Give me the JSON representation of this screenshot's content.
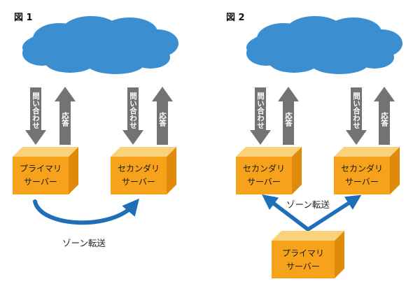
{
  "figure1": {
    "title": "図 1",
    "query_label": "問い合わせ",
    "response_label": "応答",
    "server_left": {
      "line1": "プライマリ",
      "line2": "サーバー"
    },
    "server_right": {
      "line1": "セカンダリ",
      "line2": "サーバー"
    },
    "transfer_label": "ゾーン転送"
  },
  "figure2": {
    "title": "図 2",
    "query_label": "問い合わせ",
    "response_label": "応答",
    "server_left": {
      "line1": "セカンダリ",
      "line2": "サーバー"
    },
    "server_right": {
      "line1": "セカンダリ",
      "line2": "サーバー"
    },
    "server_bottom": {
      "line1": "プライマリ",
      "line2": "サーバー"
    },
    "transfer_label": "ゾーン転送"
  },
  "colors": {
    "cloud": "#3b8fd0",
    "arrow_gray": "#737373",
    "server_front": "#f7a21b",
    "server_top": "#fbd27a",
    "server_side": "#e08a0c",
    "transfer_arrow": "#1f6fb8"
  }
}
